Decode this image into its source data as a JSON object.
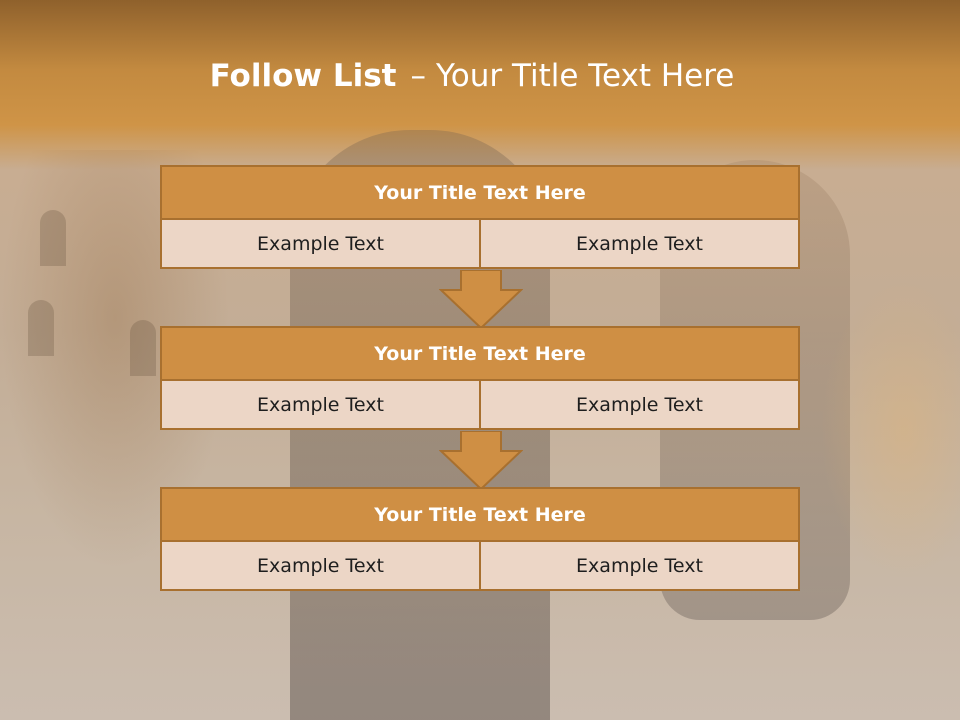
{
  "slide": {
    "title_bold": "Follow List",
    "title_separator": "–",
    "title_rest": "Your Title Text Here",
    "colors": {
      "header_band": "#c38a40",
      "block_head": "#cf8f44",
      "block_border": "#a8702f",
      "cell_fill": "#ecd6c6",
      "arrow": "#cf8f44"
    }
  },
  "blocks": [
    {
      "title": "Your Title Text Here",
      "left": "Example Text",
      "right": "Example Text"
    },
    {
      "title": "Your Title Text Here",
      "left": "Example Text",
      "right": "Example Text"
    },
    {
      "title": "Your Title Text Here",
      "left": "Example Text",
      "right": "Example Text"
    }
  ],
  "icons": {
    "connector": "down-arrow-icon"
  }
}
